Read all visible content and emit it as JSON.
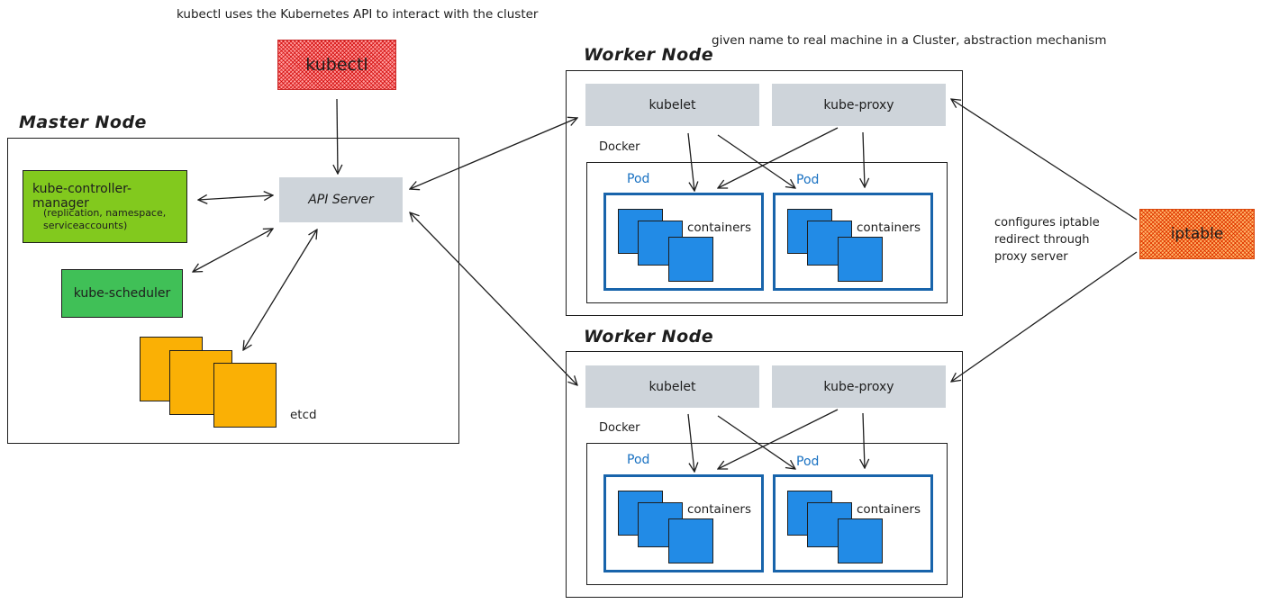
{
  "top_note": "kubectl uses the Kubernetes API to interact with the cluster",
  "worker_note": "given name to real machine in a Cluster, abstraction mechanism",
  "kubectl": {
    "label": "kubectl"
  },
  "master": {
    "title": "Master Node",
    "api_server": "API Server",
    "controller_manager": {
      "label": "kube-controller-manager",
      "detail_line1": "(replication, namespace,",
      "detail_line2": "serviceaccounts)"
    },
    "scheduler": "kube-scheduler",
    "etcd": "etcd"
  },
  "workers": [
    {
      "title": "Worker Node",
      "kubelet": "kubelet",
      "kube_proxy": "kube-proxy",
      "docker": "Docker",
      "pods": [
        {
          "label": "Pod",
          "containers": "containers"
        },
        {
          "label": "Pod",
          "containers": "containers"
        }
      ]
    },
    {
      "title": "Worker Node",
      "kubelet": "kubelet",
      "kube_proxy": "kube-proxy",
      "docker": "Docker",
      "pods": [
        {
          "label": "Pod",
          "containers": "containers"
        },
        {
          "label": "Pod",
          "containers": "containers"
        }
      ]
    }
  ],
  "iptable": {
    "label": "iptable",
    "note_line1": "configures iptable",
    "note_line2": "redirect through",
    "note_line3": "proxy server"
  },
  "colors": {
    "controller_manager": "#82c91e",
    "scheduler": "#40c057",
    "etcd": "#fab005",
    "container": "#228be6",
    "pod_border": "#1864ab",
    "component_grey": "#ced4da",
    "kubectl_hatch": "#e03131",
    "iptable_hatch": "#e8590c"
  }
}
